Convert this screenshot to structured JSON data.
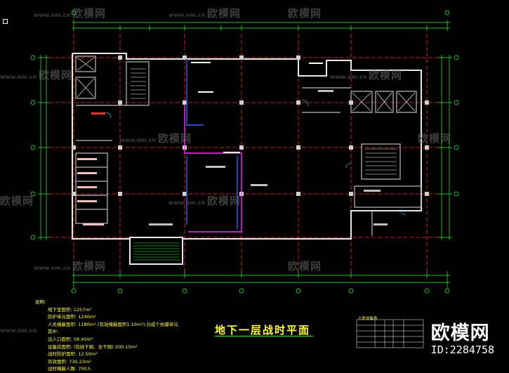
{
  "drawing": {
    "title": "地下一层战时平面",
    "notes_heading": "说明:",
    "notes": [
      "地下室面积:    1257m²",
      "防护单元面积:  1240m²",
      "人员掩蔽面积:  1180m² (有效掩蔽面积1.10m²),分成个抗爆单元",
      "其中:",
      "出入口面积:    58.45m²",
      "设备房面积: (包括干厕、女干厕)  200.15m²",
      "战时防护面积:  12.50m²",
      "有效面积:      735.23m²",
      "战时掩蔽人数:  700人"
    ],
    "table_header": "人防设备表"
  },
  "watermark": {
    "text": "欧模网",
    "url": "www.om.cn"
  },
  "brand": {
    "logo": "欧模网",
    "id": "ID:2284758"
  },
  "colors": {
    "background": "#000000",
    "grid_red": "#ff2a2a",
    "wall_white": "#ffffff",
    "dim_green": "#2fff2f",
    "text_yellow": "#ffff33",
    "blue_lines": "#3060ff",
    "magenta_lines": "#ff30ff",
    "watermark_gray": "#6f6f6f"
  }
}
